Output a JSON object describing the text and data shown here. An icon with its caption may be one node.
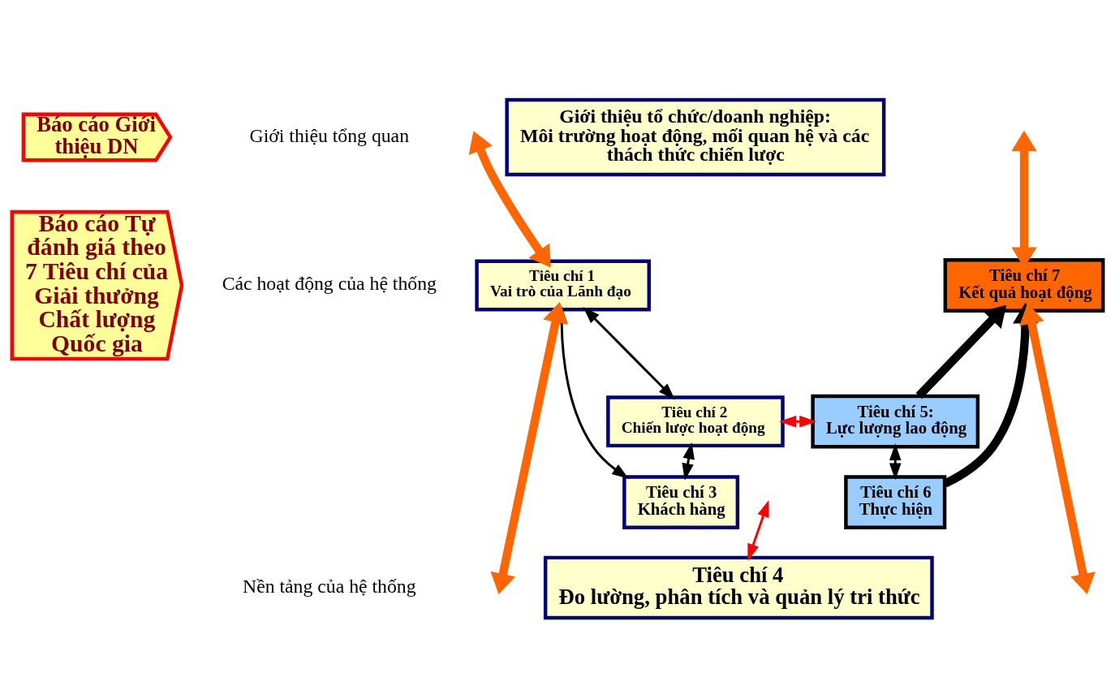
{
  "diagram": {
    "nodes": [
      {
        "text": [
          "Báo cáo Giới thiệu DN"
        ]
      },
      {
        "text": [
          "Giới thiệu tổ chức/doanh nghiệp:",
          "Môi trường hoạt động, mối quan hệ và các thách thức chiến lược"
        ]
      },
      {
        "text": [
          "Báo cáo Tự đánh giá theo 7 Tiêu chí của Giải thưởng Chất lượng Quốc gia"
        ]
      },
      {
        "text": [
          "Tiêu chí 1",
          "Vai trò của Lãnh đạo"
        ]
      },
      {
        "text": [
          "Tiêu chí 2",
          "Chiến lược hoạt động"
        ]
      },
      {
        "text": [
          "Tiêu chí 3",
          "Khách hàng"
        ]
      },
      {
        "text": [
          "Tiêu chí 5:",
          "Lực lượng lao động"
        ]
      },
      {
        "text": [
          "Tiêu chí 6",
          "Thực hiện"
        ]
      },
      {
        "text": [
          "Tiêu chí 7",
          "Kết quả hoạt động"
        ]
      },
      {
        "text": [
          "Tiêu chí 4",
          "Đo lường, phân tích và quản lý tri thức"
        ]
      }
    ],
    "edges": [
      {
        "from": 3,
        "to": 4,
        "arrow": "both"
      },
      {
        "from": 4,
        "to": 5,
        "arrow": "both"
      },
      {
        "from": 3,
        "to": 5,
        "arrow": "both"
      },
      {
        "from": 4,
        "to": 6,
        "arrow": "both",
        "color": "#ff0000"
      },
      {
        "from": 6,
        "to": 7,
        "arrow": "both"
      },
      {
        "from": 6,
        "to": 8,
        "arrow": "to",
        "style": "thick"
      },
      {
        "from": 7,
        "to": 8,
        "arrow": "to",
        "style": "thick"
      },
      {
        "from": 9,
        "to": null,
        "arrow": "both",
        "color": "#ff0000"
      },
      {
        "from": 3,
        "to": null,
        "arrow": "both",
        "color": "#ff6600",
        "style": "thick"
      },
      {
        "from": 3,
        "to": null,
        "arrow": "both",
        "color": "#ff6600",
        "style": "thick"
      },
      {
        "from": 8,
        "to": null,
        "arrow": "both",
        "color": "#ff6600",
        "style": "thick"
      },
      {
        "from": 8,
        "to": null,
        "arrow": "both",
        "color": "#ff6600",
        "style": "thick"
      }
    ],
    "labels": [
      "Giới thiệu tổng quan",
      "Các hoạt động của hệ thống",
      "Nền tảng của hệ thống"
    ]
  }
}
